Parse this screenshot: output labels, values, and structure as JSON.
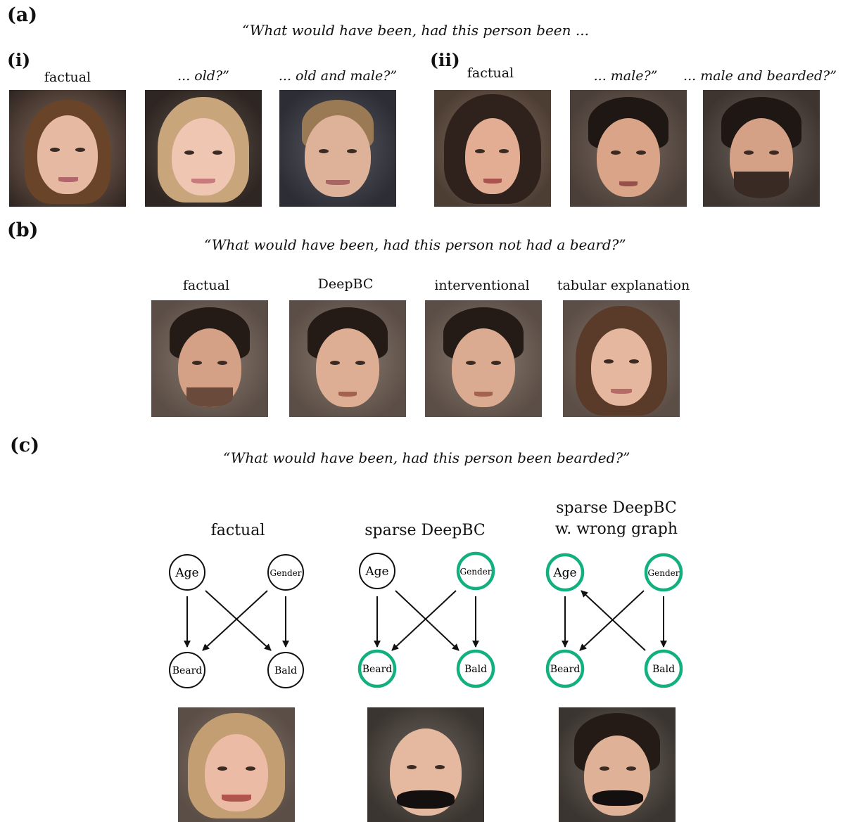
{
  "panels": {
    "a": {
      "label": "(a)",
      "question": "“What would have been, had this person been ...",
      "i": {
        "label": "(i)",
        "captions": [
          "factual",
          "... old?”",
          "... old and male?”"
        ]
      },
      "ii": {
        "label": "(ii)",
        "captions": [
          "factual",
          "... male?”",
          "... male and bearded?”"
        ]
      }
    },
    "b": {
      "label": "(b)",
      "question": "“What would have been, had this person not had a beard?”",
      "captions": [
        "factual",
        "DeepBC",
        "interventional",
        "tabular explanation"
      ]
    },
    "c": {
      "label": "(c)",
      "question": "“What would have been, had this person been bearded?”",
      "graphs": [
        {
          "title_line1": "factual",
          "title_line2": "",
          "nodes": {
            "age": "Age",
            "gender": "Gender",
            "beard": "Beard",
            "bald": "Bald"
          },
          "highlighted": [],
          "edges": [
            "Age→Beard",
            "Age→Bald",
            "Gender→Beard",
            "Gender→Bald"
          ]
        },
        {
          "title_line1": "sparse DeepBC",
          "title_line2": "",
          "nodes": {
            "age": "Age",
            "gender": "Gender",
            "beard": "Beard",
            "bald": "Bald"
          },
          "highlighted": [
            "Gender",
            "Beard",
            "Bald"
          ],
          "edges": [
            "Age→Beard",
            "Age→Bald",
            "Gender→Beard",
            "Gender→Bald"
          ]
        },
        {
          "title_line1": "sparse DeepBC",
          "title_line2": "w. wrong graph",
          "nodes": {
            "age": "Age",
            "gender": "Gender",
            "beard": "Beard",
            "bald": "Bald"
          },
          "highlighted": [
            "Age",
            "Gender",
            "Beard",
            "Bald"
          ],
          "edges": [
            "Age→Beard",
            "Bald→Age",
            "Gender→Beard",
            "Gender→Bald"
          ]
        }
      ]
    }
  },
  "colors": {
    "highlight": "#13b07f",
    "node_stroke": "#111111",
    "arrow": "#111111"
  }
}
